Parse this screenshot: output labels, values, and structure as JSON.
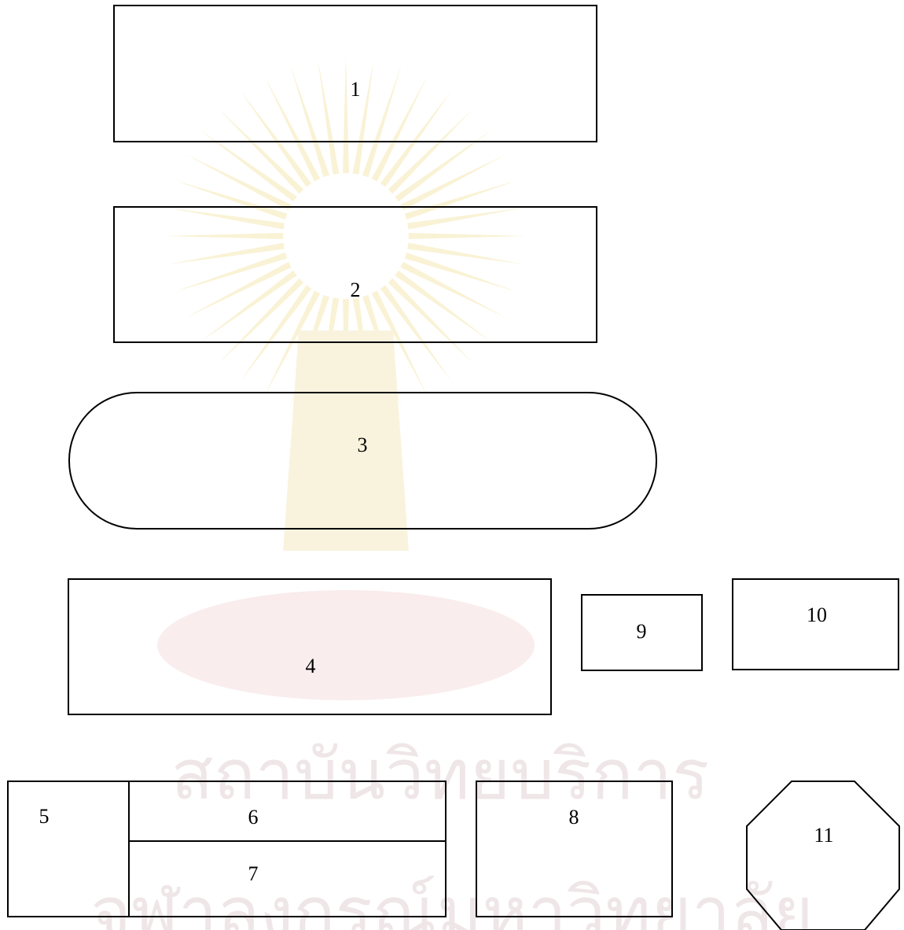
{
  "diagram": {
    "stroke_color": "#000000",
    "background": "#ffffff",
    "labels": {
      "box1": "1",
      "box2": "2",
      "pill3": "3",
      "box4": "4",
      "cell5": "5",
      "cell6": "6",
      "cell7": "7",
      "box8": "8",
      "box9": "9",
      "box10": "10",
      "octagon11": "11"
    }
  },
  "watermark": {
    "line1": "สถาบันวิทยบริการ",
    "line2": "จุฬาลงกรณ์มหาวิทยาลัย",
    "emblem_color": "#f3e7b0",
    "text_color": "#efe6e8"
  }
}
